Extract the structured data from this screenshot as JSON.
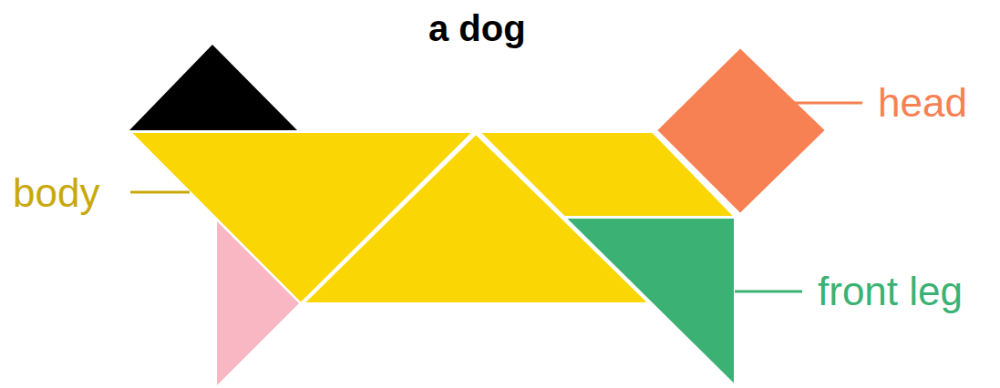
{
  "diagram": {
    "title": "a dog",
    "labels": [
      "head",
      "body",
      "front leg"
    ]
  }
}
